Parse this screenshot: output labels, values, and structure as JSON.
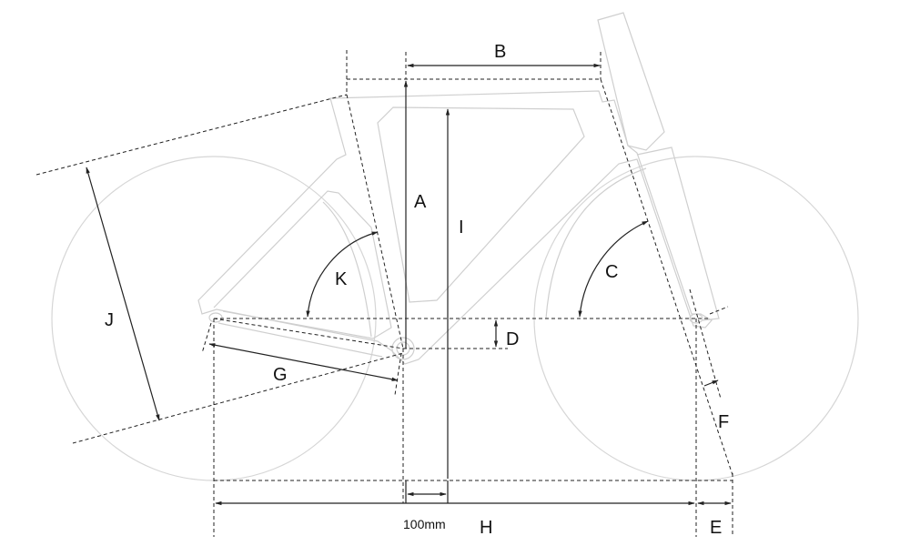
{
  "diagram": {
    "labels": {
      "A": "A",
      "B": "B",
      "C": "C",
      "D": "D",
      "E": "E",
      "F": "F",
      "G": "G",
      "H": "H",
      "I": "I",
      "J": "J",
      "K": "K"
    },
    "scale_label": "100mm",
    "colors": {
      "frame": "#cfcfcf",
      "dimension": "#222222"
    }
  }
}
